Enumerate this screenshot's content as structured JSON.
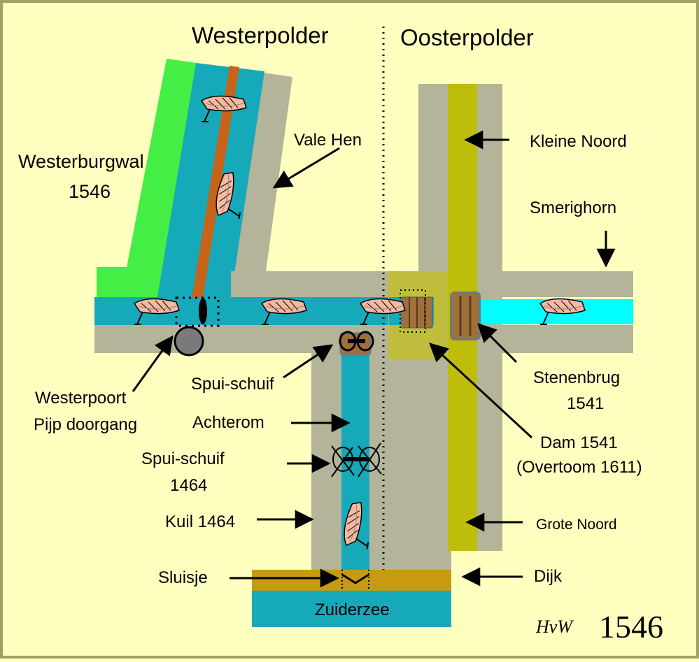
{
  "title_west": "Westerpolder",
  "title_east": "Oosterpolder",
  "labels": {
    "westerburgwal": "Westerburgwal",
    "westerburgwal_year": "1546",
    "vale_hen": "Vale Hen",
    "kleine_noord": "Kleine Noord",
    "smerighorn": "Smerighorn",
    "stenenbrug": "Stenenbrug",
    "stenenbrug_year": "1541",
    "dam": "Dam  1541",
    "overtoom": "(Overtoom 1611)",
    "grote_noord": "Grote Noord",
    "dijk": "Dijk",
    "westerpoort": "Westerpoort",
    "pijp_doorgang": "Pijp doorgang",
    "spui_schuif_1": "Spui-schuif",
    "achterom": "Achterom",
    "spui_schuif_2": "Spui-schuif",
    "spui_schuif_2_year": "1464",
    "kuil": "Kuil 1464",
    "sluisje": "Sluisje",
    "zuiderzee": "Zuiderzee"
  },
  "signature": {
    "initials": "HvW",
    "year": "1546"
  },
  "colors": {
    "background": "#ffffc0",
    "border": "#a0a060",
    "dike": "#b4b49a",
    "water": "#16a9b9",
    "light_water": "#00ffff",
    "green_field": "#44ee44",
    "orange_path": "#c8641a",
    "olive_canal": "#bebe0a",
    "olive_dam": "#bebe3c",
    "dijk_gold": "#c89a10",
    "bridge": "#a0703a"
  }
}
